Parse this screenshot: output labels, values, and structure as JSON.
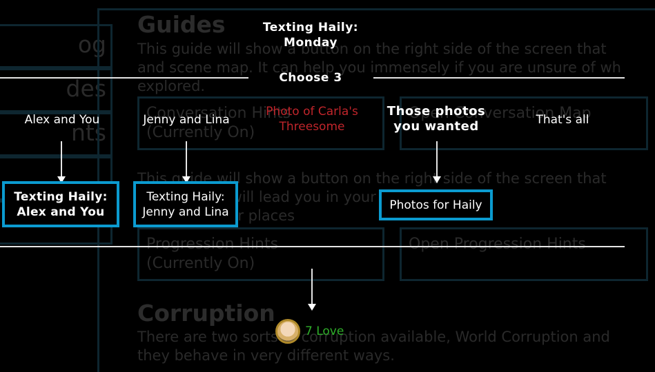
{
  "background": {
    "sidebar": [
      {
        "label": "og"
      },
      {
        "label": "des"
      },
      {
        "label": "nts"
      },
      {
        "label": ""
      },
      {
        "label": ""
      }
    ],
    "guides_heading": "Guides",
    "guides_para": "This guide will show a button on the right side of the screen that\nand scene map. It can help you immensely if you are unsure of wh\nexplored.",
    "option_conversation": "Conversation Hints\n(Currently On)",
    "option_open_map": "Open Conversation Map",
    "hints_para": "This guide will show a button on the right side of the screen that\nhints. These will lead you in your days and tell\nunicated other places",
    "option_progression": "Progression Hints\n(Currently On)",
    "option_open_progression": "Open Progression Hints",
    "corruption_heading": "Corruption",
    "corruption_para": "There are two sorts of corruption available, World Corruption and\nthey behave in very different ways."
  },
  "flow": {
    "top_title": "Texting Haily:\nMonday",
    "choose_label": "Choose 3",
    "choices": [
      {
        "label": "Alex and You"
      },
      {
        "label": "Jenny and Lina"
      },
      {
        "label": "Photo of Carla's\nThreesome"
      },
      {
        "label": "Those photos\nyou wanted"
      },
      {
        "label": "That's all"
      }
    ],
    "nodes": [
      {
        "label": "Texting Haily:\nAlex and You"
      },
      {
        "label": "Texting Haily:\nJenny and Lina"
      },
      {
        "label": "Photos for Haily"
      }
    ],
    "reward": {
      "label": "7 Love",
      "icon": "haily-portrait-icon"
    }
  },
  "colors": {
    "node_border": "#0b9bd0",
    "highlight_red": "#c0252b",
    "love_green": "#2fb02a"
  }
}
